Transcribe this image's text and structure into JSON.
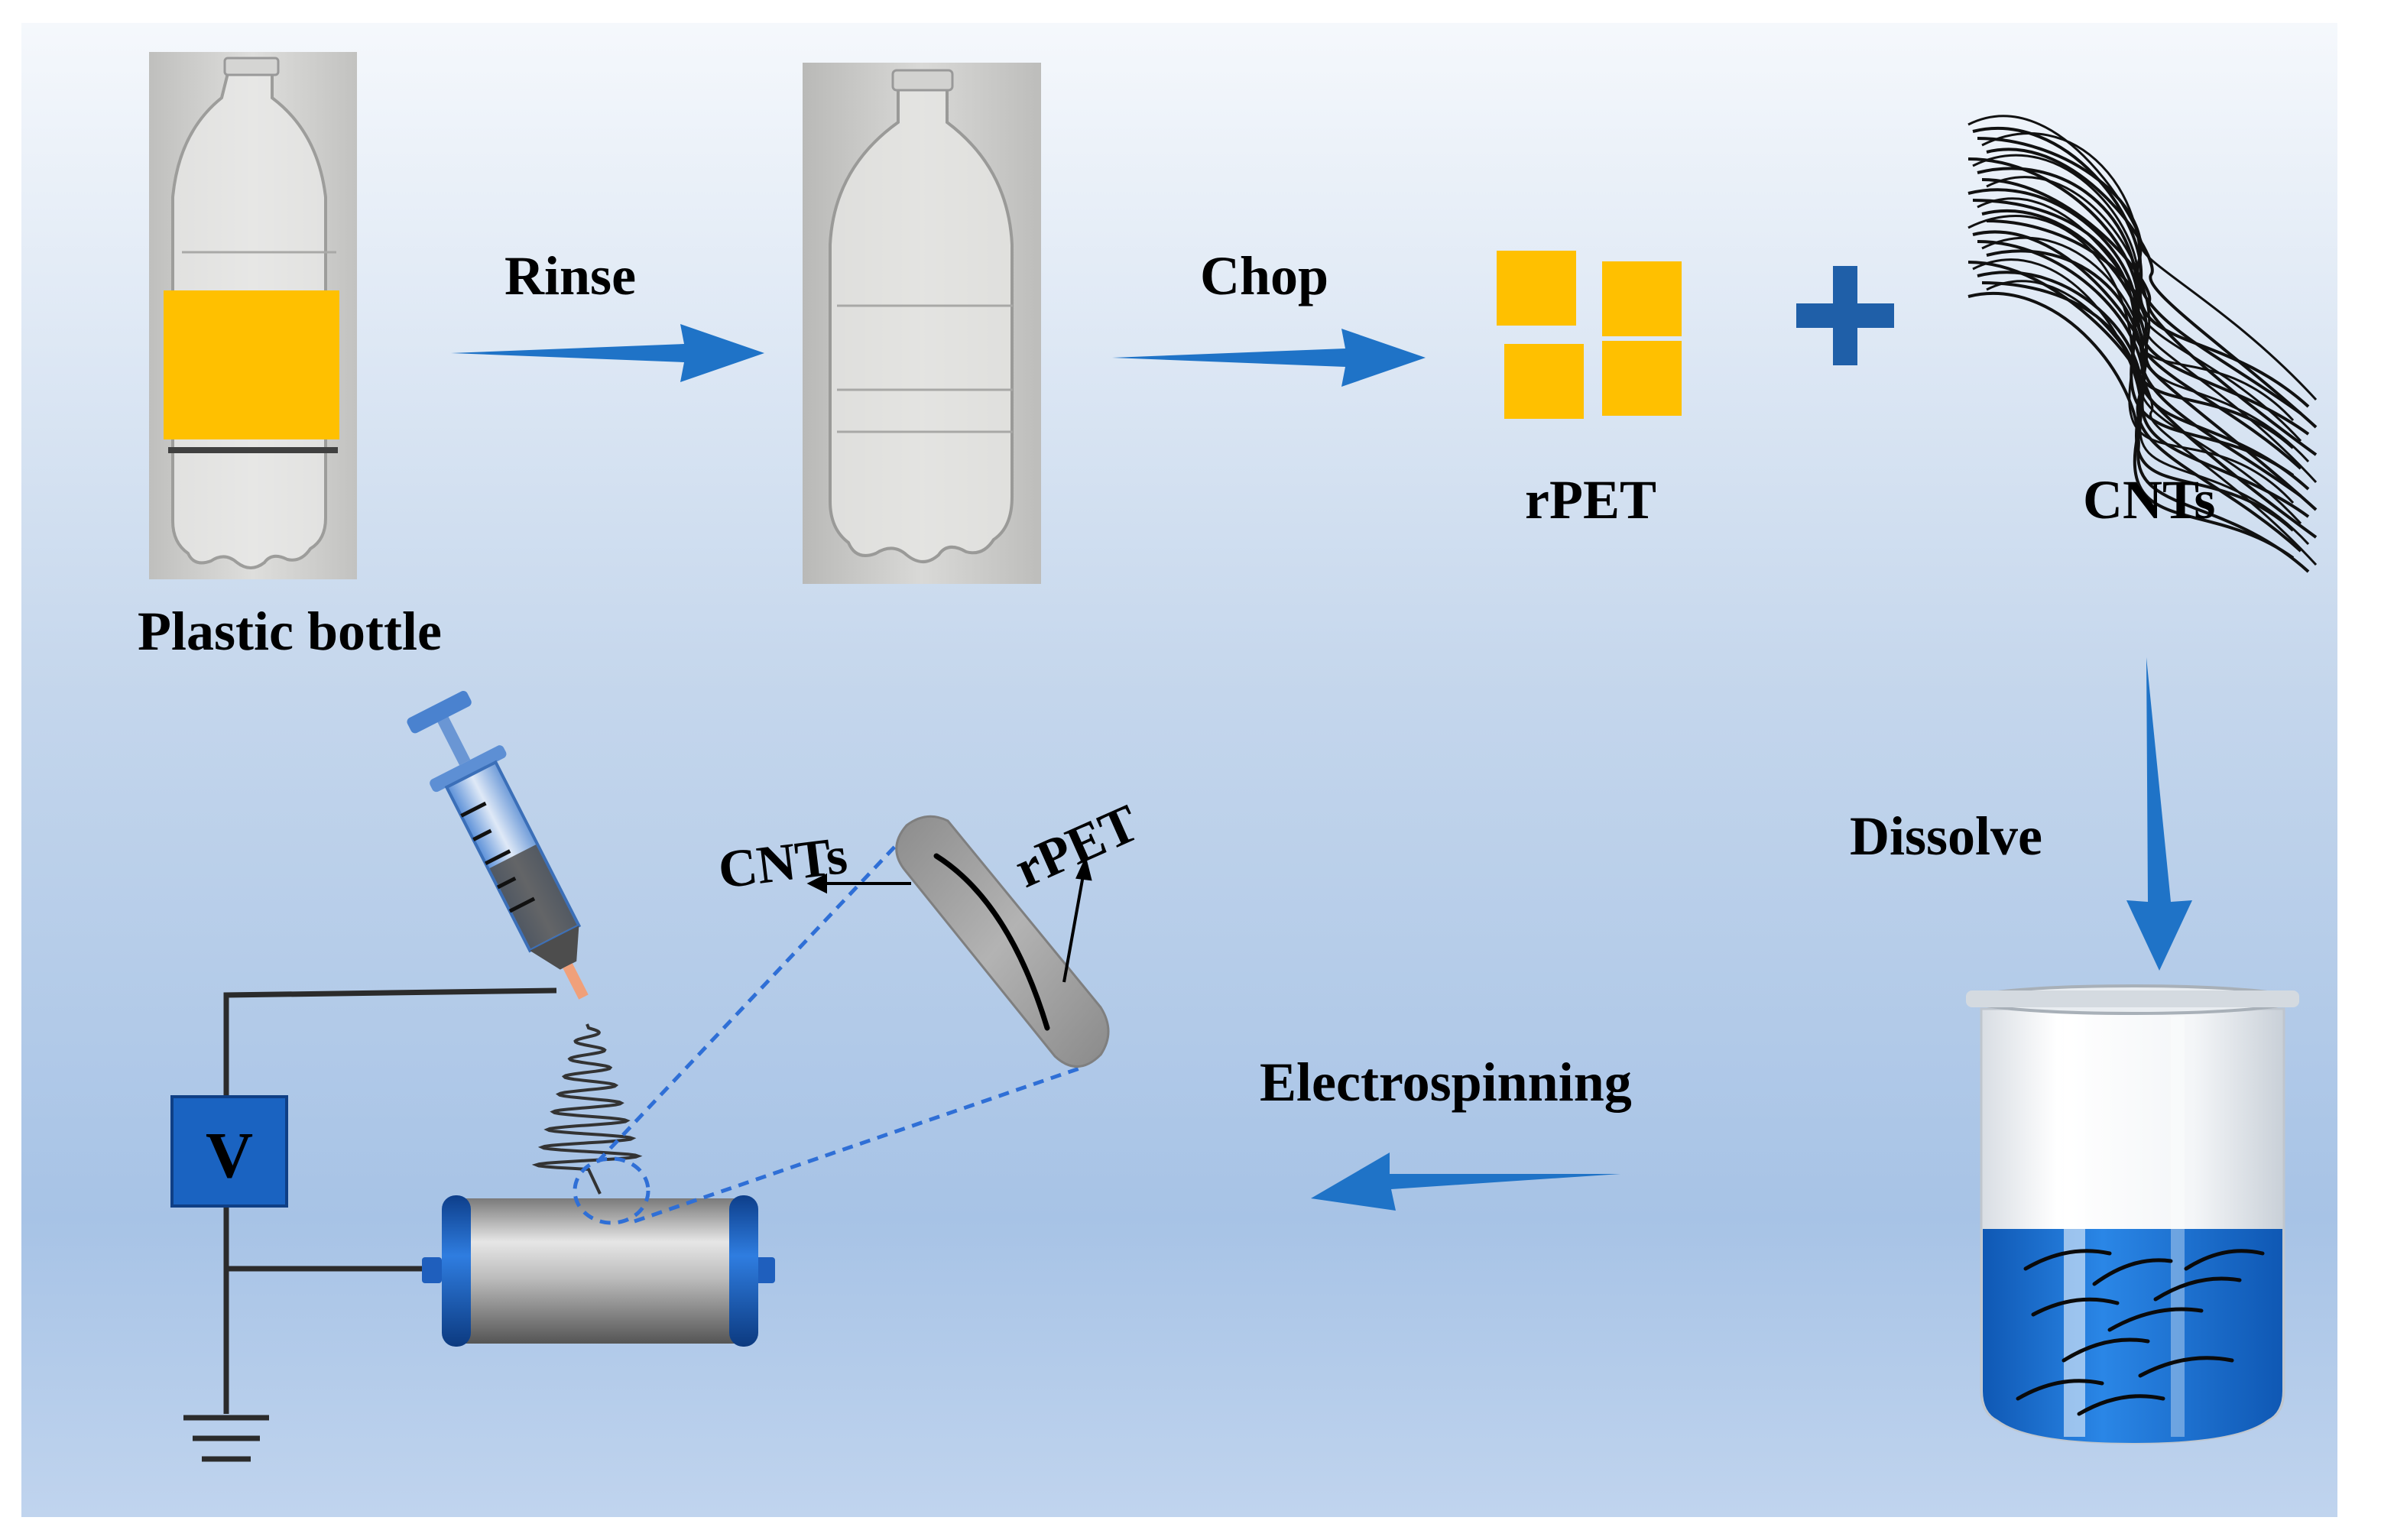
{
  "steps": {
    "plastic_bottle": "Plastic bottle",
    "rinse": "Rinse",
    "chop": "Chop",
    "rpet": "rPET",
    "cnts": "CNTs",
    "dissolve": "Dissolve",
    "electrospinning": "Electrospinning"
  },
  "fiber_detail": {
    "cnts": "CNTs",
    "rpet": "rPET"
  },
  "voltage_label": "V",
  "colors": {
    "arrow_blue": "#1f73c7",
    "plus_blue": "#1f5fa8",
    "rpet_yellow": "#ffc000",
    "liquid_blue": "#1a6fd0",
    "voltage_box": "#1a63c1",
    "dashed_line": "#2f6fd6"
  }
}
